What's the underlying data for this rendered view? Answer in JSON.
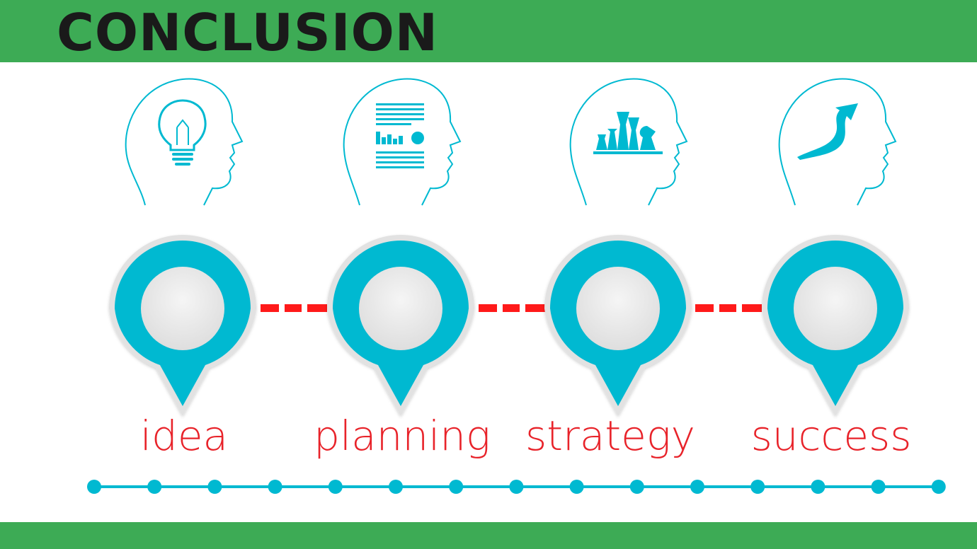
{
  "header": {
    "title": "CONCLUSION"
  },
  "steps": [
    {
      "label": "idea",
      "icon": "lightbulb-icon"
    },
    {
      "label": "planning",
      "icon": "document-chart-icon"
    },
    {
      "label": "strategy",
      "icon": "chess-pieces-icon"
    },
    {
      "label": "success",
      "icon": "upward-arrow-icon"
    }
  ],
  "colors": {
    "bar": "#3dab55",
    "title": "#1a1a1a",
    "accent": "#00b9d1",
    "connector": "#ff1a1a",
    "label": "#e8232a",
    "pin_center": "#ececec",
    "pin_border": "#e2e2e2"
  }
}
